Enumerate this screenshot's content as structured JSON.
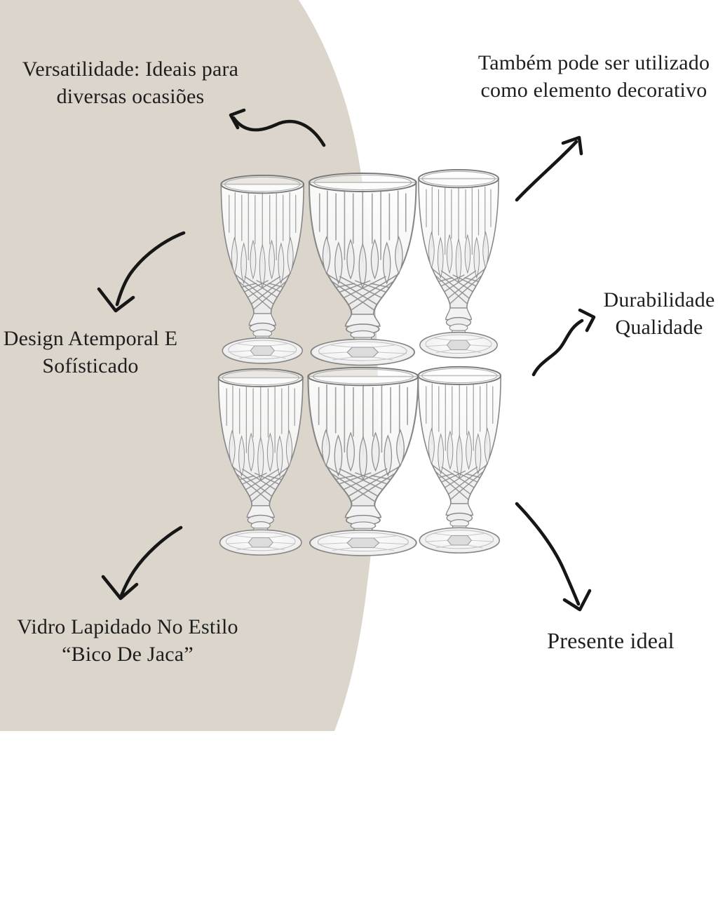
{
  "page": {
    "background_color": "#ffffff",
    "blob_color": "#dbd5cb",
    "text_color": "#1e1e1e",
    "arrow_color": "#161616"
  },
  "product_image": {
    "subject": "cut-crystal goblets",
    "count": 6,
    "rows": 2
  },
  "features": [
    {
      "id": "versatility",
      "lines": [
        "Versatilidade: Ideais para",
        "diversas ocasiões"
      ]
    },
    {
      "id": "decorative",
      "lines": [
        "Também pode ser utilizado",
        "como elemento decorativo"
      ]
    },
    {
      "id": "design",
      "lines": [
        "Design Atemporal E",
        "Sofísticado"
      ]
    },
    {
      "id": "durability",
      "lines": [
        "Durabilidade",
        "Qualidade"
      ]
    },
    {
      "id": "glass-style",
      "lines": [
        "Vidro Lapidado No Estilo",
        "“Bico De Jaca”"
      ]
    },
    {
      "id": "gift",
      "lines": [
        "Presente ideal"
      ]
    }
  ]
}
